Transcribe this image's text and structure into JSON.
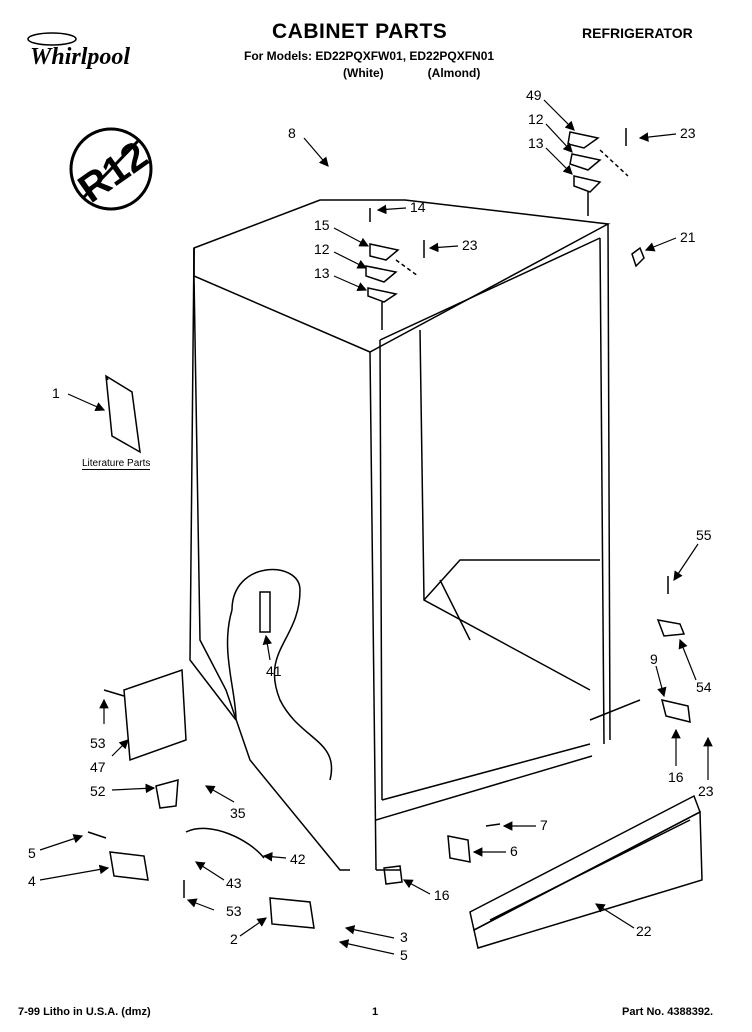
{
  "header": {
    "brand": "Whirlpool",
    "title": "CABINET PARTS",
    "category": "REFRIGERATOR",
    "models_line": "For Models: ED22PQXFW01, ED22PQXFN01",
    "variant_1": "(White)",
    "variant_2": "(Almond)"
  },
  "badge": {
    "text": "R12"
  },
  "literature": {
    "label": "Literature Parts"
  },
  "callouts": [
    {
      "id": "c8",
      "text": "8"
    },
    {
      "id": "c49",
      "text": "49"
    },
    {
      "id": "c12a",
      "text": "12"
    },
    {
      "id": "c13a",
      "text": "13"
    },
    {
      "id": "c23a",
      "text": "23"
    },
    {
      "id": "c14",
      "text": "14"
    },
    {
      "id": "c15",
      "text": "15"
    },
    {
      "id": "c12b",
      "text": "12"
    },
    {
      "id": "c23b",
      "text": "23"
    },
    {
      "id": "c13b",
      "text": "13"
    },
    {
      "id": "c21",
      "text": "21"
    },
    {
      "id": "c1",
      "text": "1"
    },
    {
      "id": "c41",
      "text": "41"
    },
    {
      "id": "c55",
      "text": "55"
    },
    {
      "id": "c9",
      "text": "9"
    },
    {
      "id": "c54",
      "text": "54"
    },
    {
      "id": "c53a",
      "text": "53"
    },
    {
      "id": "c47",
      "text": "47"
    },
    {
      "id": "c52",
      "text": "52"
    },
    {
      "id": "c35",
      "text": "35"
    },
    {
      "id": "c16a",
      "text": "16"
    },
    {
      "id": "c23c",
      "text": "23"
    },
    {
      "id": "c5a",
      "text": "5"
    },
    {
      "id": "c4",
      "text": "4"
    },
    {
      "id": "c42",
      "text": "42"
    },
    {
      "id": "c43",
      "text": "43"
    },
    {
      "id": "c53b",
      "text": "53"
    },
    {
      "id": "c7",
      "text": "7"
    },
    {
      "id": "c6",
      "text": "6"
    },
    {
      "id": "c16b",
      "text": "16"
    },
    {
      "id": "c2",
      "text": "2"
    },
    {
      "id": "c3",
      "text": "3"
    },
    {
      "id": "c5b",
      "text": "5"
    },
    {
      "id": "c22",
      "text": "22"
    }
  ],
  "footer": {
    "print_info": "7-99 Litho in U.S.A. (dmz)",
    "page": "1",
    "part_no": "Part No. 4388392."
  }
}
